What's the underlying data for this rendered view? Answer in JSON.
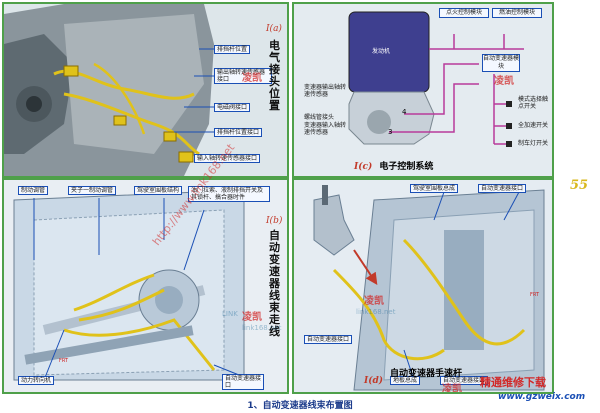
{
  "colors": {
    "panel_border": "#4fa04a",
    "label_border": "#1a4fb5",
    "wire": "#e0c21a",
    "ecu": "#3e3f8f",
    "watermark": "#d22828"
  },
  "top_left": {
    "tag": "I(a)",
    "title": "电气接头位置",
    "labels": [
      "排挡杆位置",
      "输出轴转速传感器接口",
      "电磁阀接口",
      "排挡杆位置接口",
      "输入轴转速传感器接口"
    ]
  },
  "top_right": {
    "tag_prefix": "I(c)",
    "title": "电子控制系统",
    "engine": "发动机",
    "top_boxes": [
      "点火控制模块",
      "燃油控制模块"
    ],
    "right_boxes": [
      "自动变速器模块",
      "模式选择触点开关",
      "全加速开关",
      "制车灯开关"
    ],
    "left_notes": [
      "变速器输出轴转速传感器",
      "螺线管接头",
      "变速器输入轴转速传感器"
    ],
    "numbers": [
      "4",
      "3"
    ]
  },
  "bottom_left": {
    "tag": "I(b)",
    "title": "自动变速器线束走线",
    "labels": [
      "制动调管",
      "夹子一制动调管",
      "驾驶室围板结构",
      "油门拉索、液制排挡开关及其锁杆、搞合器时件",
      "动力转向机",
      "自动变速器接口"
    ]
  },
  "bottom_right": {
    "tag_prefix": "I(d)",
    "title": "自动变速器手速杆",
    "labels": [
      "驾驶室围板总成",
      "自动变速器接口",
      "自动变速器接口",
      "地板总成",
      "自动变速器接口"
    ]
  },
  "page_number": "55",
  "caption": "1、自动变速器线束布置图",
  "watermarks": {
    "brand": "凌凯",
    "site": "link168.net",
    "small": "LINK",
    "site2": "精通维修下载",
    "url": "www.gzweix.com",
    "diag": "http://www.link168.net"
  },
  "frt": "FRT"
}
